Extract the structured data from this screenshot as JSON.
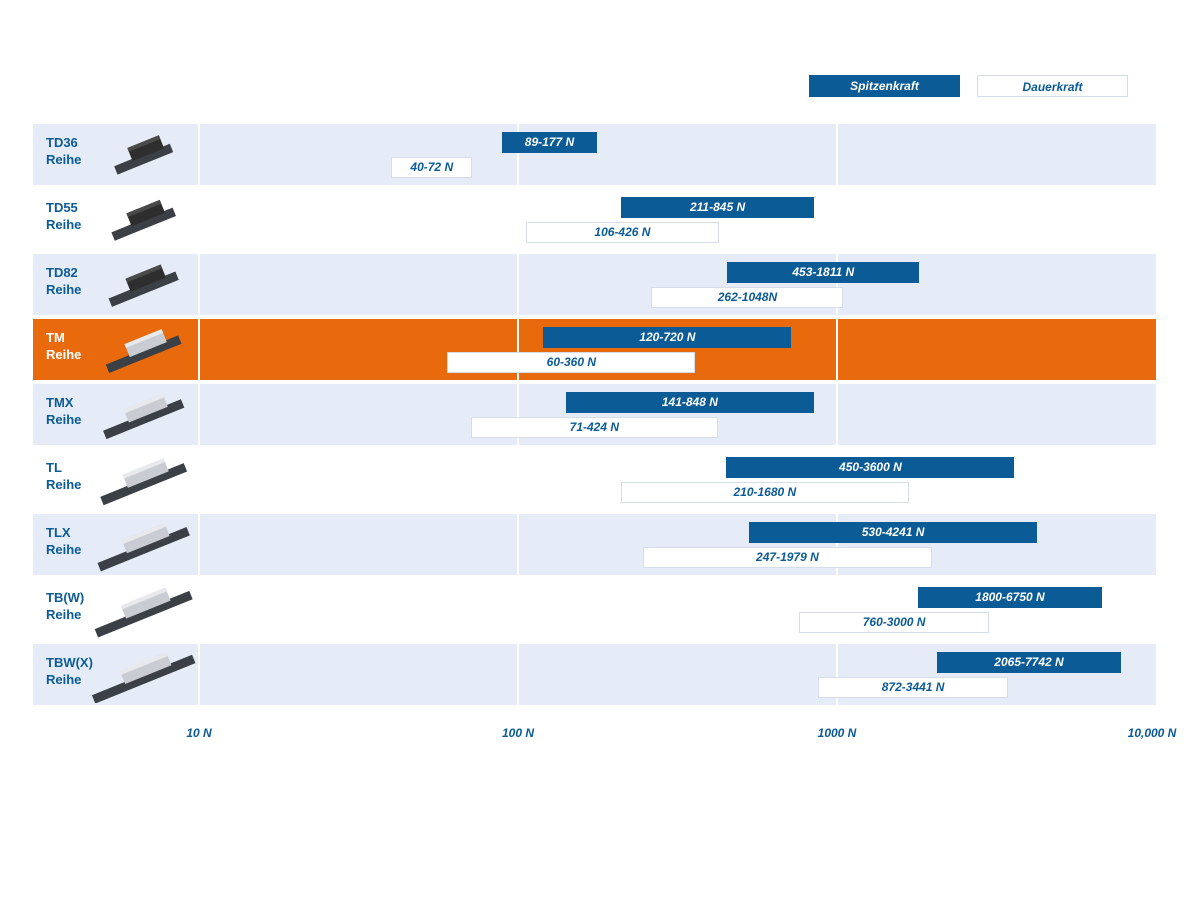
{
  "colors": {
    "band": "#e6ecf7",
    "highlight": "#e96a0c",
    "peak": "#0a5b96",
    "label": "#0a5b96",
    "highlight_text": "#ffffff"
  },
  "chart_data": {
    "type": "bar",
    "orientation": "horizontal",
    "x_scale": "log",
    "xlim": [
      10,
      10000
    ],
    "unit": "N",
    "x_ticks": [
      {
        "value": 10,
        "label": "10 N"
      },
      {
        "value": 100,
        "label": "100 N"
      },
      {
        "value": 1000,
        "label": "1000 N"
      },
      {
        "value": 10000,
        "label": "10,000 N"
      }
    ],
    "grid": true,
    "legend": {
      "position": "top-right",
      "peak_label": "Spitzenkraft",
      "continuous_label": "Dauerkraft"
    },
    "highlighted_row": "TM",
    "rows": [
      {
        "name": "TD36",
        "sub": "Reihe",
        "thumb_icon": "linear-motor-td36-icon",
        "peak": [
          89,
          177
        ],
        "peak_label": "89-177 N",
        "cont": [
          40,
          72
        ],
        "cont_label": "40-72 N"
      },
      {
        "name": "TD55",
        "sub": "Reihe",
        "thumb_icon": "linear-motor-td55-icon",
        "peak": [
          211,
          845
        ],
        "peak_label": "211-845 N",
        "cont": [
          106,
          426
        ],
        "cont_label": "106-426 N"
      },
      {
        "name": "TD82",
        "sub": "Reihe",
        "thumb_icon": "linear-motor-td82-icon",
        "peak": [
          453,
          1811
        ],
        "peak_label": "453-1811 N",
        "cont": [
          262,
          1048
        ],
        "cont_label": "262-1048N"
      },
      {
        "name": "TM",
        "sub": "Reihe",
        "thumb_icon": "linear-motor-tm-icon",
        "peak": [
          120,
          720
        ],
        "peak_label": "120-720 N",
        "cont": [
          60,
          360
        ],
        "cont_label": "60-360 N"
      },
      {
        "name": "TMX",
        "sub": "Reihe",
        "thumb_icon": "linear-motor-tmx-icon",
        "peak": [
          141,
          848
        ],
        "peak_label": "141-848 N",
        "cont": [
          71,
          424
        ],
        "cont_label": "71-424 N"
      },
      {
        "name": "TL",
        "sub": "Reihe",
        "thumb_icon": "linear-motor-tl-icon",
        "peak": [
          450,
          3600
        ],
        "peak_label": "450-3600 N",
        "cont": [
          210,
          1680
        ],
        "cont_label": "210-1680 N"
      },
      {
        "name": "TLX",
        "sub": "Reihe",
        "thumb_icon": "linear-motor-tlx-icon",
        "peak": [
          530,
          4241
        ],
        "peak_label": "530-4241 N",
        "cont": [
          247,
          1979
        ],
        "cont_label": "247-1979 N"
      },
      {
        "name": "TB(W)",
        "sub": "Reihe",
        "thumb_icon": "linear-motor-tbw-icon",
        "peak": [
          1800,
          6750
        ],
        "peak_label": "1800-6750 N",
        "cont": [
          760,
          3000
        ],
        "cont_label": "760-3000 N"
      },
      {
        "name": "TBW(X)",
        "sub": "Reihe",
        "thumb_icon": "linear-motor-tbwx-icon",
        "peak": [
          2065,
          7742
        ],
        "peak_label": "2065-7742 N",
        "cont": [
          872,
          3441
        ],
        "cont_label": "872-3441 N"
      }
    ]
  }
}
